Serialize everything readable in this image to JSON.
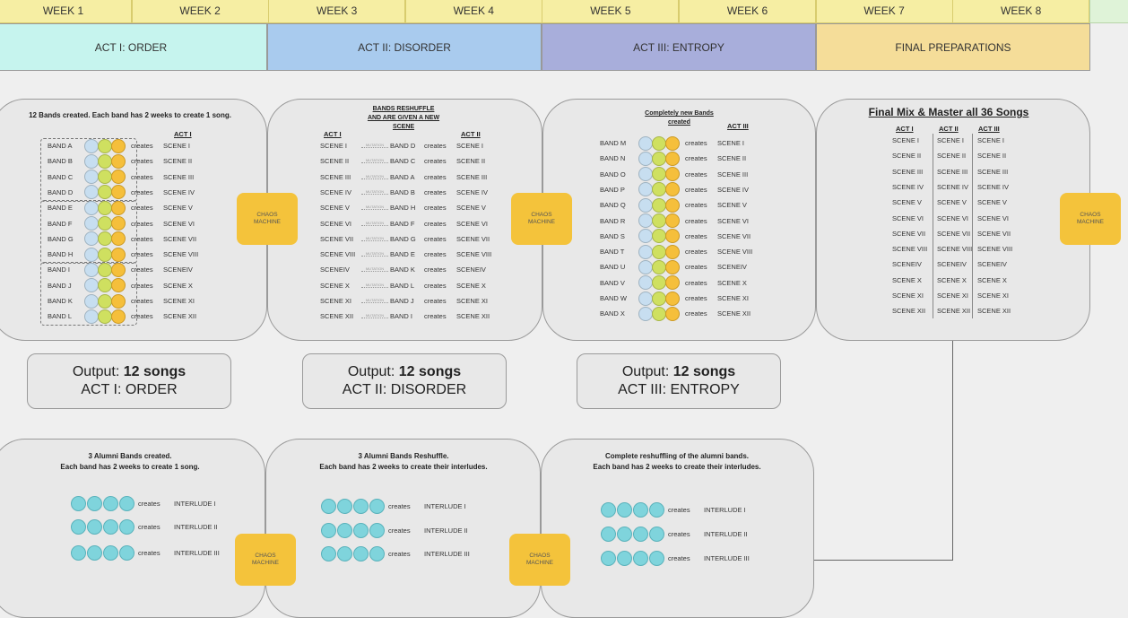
{
  "weeks": [
    "WEEK 1",
    "WEEK 2",
    "WEEK 3",
    "WEEK 4",
    "WEEK 5",
    "WEEK 6",
    "WEEK 7",
    "WEEK 8"
  ],
  "acts": [
    {
      "label": "ACT I: ORDER",
      "color": "#c6f4ee"
    },
    {
      "label": "ACT II: DISORDER",
      "color": "#a9cbee"
    },
    {
      "label": "ACT III: ENTROPY",
      "color": "#a8aedb"
    },
    {
      "label": "FINAL PREPARATIONS",
      "color": "#f5dd99"
    }
  ],
  "common": {
    "creates": "creates",
    "chaos_line1": "CHAOS",
    "chaos_line2": "MACHINE",
    "output_prefix": "Output:",
    "output_value": "12 songs"
  },
  "scenes": [
    "SCENE I",
    "SCENE II",
    "SCENE III",
    "SCENE IV",
    "SCENE V",
    "SCENE VI",
    "SCENE VII",
    "SCENE VIII",
    "SCENEIV",
    "SCENE X",
    "SCENE XI",
    "SCENE XII"
  ],
  "panel1": {
    "title": "12 Bands created. Each band has 2 weeks to create 1 song.",
    "header": "ACT I",
    "bands": [
      "BAND A",
      "BAND B",
      "BAND C",
      "BAND D",
      "BAND E",
      "BAND F",
      "BAND G",
      "BAND H",
      "BAND I",
      "BAND J",
      "BAND K",
      "BAND L"
    ]
  },
  "panel2": {
    "title_line1": "BANDS RESHUFFLE",
    "title_line2": "AND ARE GIVEN A NEW",
    "title_line3": "SCENE",
    "header_left": "ACT I",
    "header_right": "ACT II",
    "arrow_text": "MUTATION",
    "bands": [
      "BAND D",
      "BAND C",
      "BAND A",
      "BAND B",
      "BAND H",
      "BAND F",
      "BAND G",
      "BAND E",
      "BAND K",
      "BAND L",
      "BAND J",
      "BAND I"
    ]
  },
  "panel3": {
    "title_line1": "Completely new Bands",
    "title_line2": "created",
    "header": "ACT III",
    "bands": [
      "BAND M",
      "BAND N",
      "BAND O",
      "BAND P",
      "BAND Q",
      "BAND R",
      "BAND S",
      "BAND T",
      "BAND U",
      "BAND V",
      "BAND W",
      "BAND X"
    ]
  },
  "panel4": {
    "title": "Final Mix & Master all 36 Songs",
    "headers": [
      "ACT I",
      "ACT II",
      "ACT III"
    ]
  },
  "outputs": [
    {
      "act": "ACT I: ORDER"
    },
    {
      "act": "ACT II: DISORDER"
    },
    {
      "act": "ACT III: ENTROPY"
    }
  ],
  "alumni": [
    {
      "title_line1": "3 Alumni Bands created.",
      "title_line2": "Each band has 2 weeks to create 1 song."
    },
    {
      "title_line1": "3 Alumni Bands Reshuffle.",
      "title_line2": "Each band has 2 weeks to create their interludes."
    },
    {
      "title_line1": "Complete reshuffling of the alumni bands.",
      "title_line2": "Each band has 2 weeks to create their interludes."
    }
  ],
  "interludes": [
    "INTERLUDE I",
    "INTERLUDE II",
    "INTERLUDE III"
  ]
}
